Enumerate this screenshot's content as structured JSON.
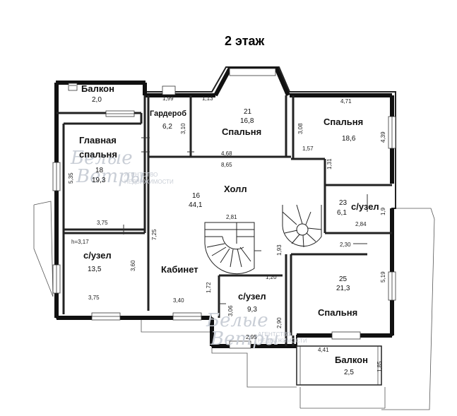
{
  "title": "2 этаж",
  "rooms": {
    "balcony_top": {
      "name": "Балкон",
      "area": "2,0"
    },
    "master": {
      "name1": "Главная",
      "name2": "спальня",
      "num": "18",
      "area": "19,3"
    },
    "wardrobe": {
      "name": "Гардероб",
      "area": "6,2"
    },
    "bed21": {
      "num": "21",
      "area": "16,8",
      "name": "Спальня"
    },
    "bedright": {
      "name": "Спальня",
      "area": "18,6"
    },
    "hall": {
      "num": "16",
      "area": "44,1",
      "name": "Холл"
    },
    "wc_left": {
      "name": "с/узел",
      "area": "13,5",
      "height": "h=3,17"
    },
    "cabinet": {
      "name": "Кабинет"
    },
    "wc_mid": {
      "name": "с/узел",
      "area": "9,3"
    },
    "wc23": {
      "num": "23",
      "area": "6,1",
      "name": "с/узел"
    },
    "bed25": {
      "num": "25",
      "area": "21,3",
      "name": "Спальня"
    },
    "balcony_bottom": {
      "name": "Балкон",
      "area": "2,5"
    }
  },
  "dims": {
    "d_1_99": "1,99",
    "d_1_13": "1,13",
    "d_4_71": "4,71",
    "d_3_10": "3,10",
    "d_3_08": "3,08",
    "d_4_39": "4,39",
    "d_1_57": "1,57",
    "d_4_68": "4,68",
    "d_8_65": "8,65",
    "d_1_31": "1,31",
    "d_5_35": "5,35",
    "d_3_75a": "3,75",
    "d_2_81": "2,81",
    "d_1_9": "1,9",
    "d_2_84": "2,84",
    "d_7_25": "7,25",
    "d_3_60": "3,60",
    "d_1_93": "1,93",
    "d_2_30": "2,30",
    "d_1_20": "1,20",
    "d_5_19": "5,19",
    "d_3_75b": "3,75",
    "d_3_40": "3,40",
    "d_1_72": "1,72",
    "d_3_06": "3,06",
    "d_2_90": "2,90",
    "d_2_95": "2,95",
    "d_4_41": "4,41",
    "d_1_85": "1,85"
  },
  "watermark": {
    "logo1": "Белые",
    "logo2": "Ветры",
    "sub1": "АГЕНТСТВО",
    "sub2": "НЕДВИЖИМОСТИ"
  }
}
